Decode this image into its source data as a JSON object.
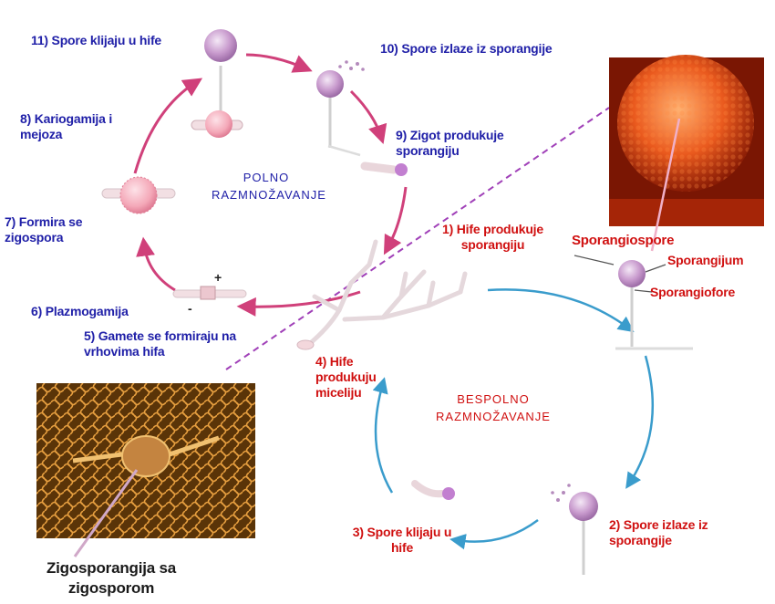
{
  "sexual_cycle": {
    "title": "POLNO RAZMNOŽAVANJE",
    "steps": [
      "5) Gamete se formiraju na vrhovima hifa",
      "6) Plazmogamija",
      "7) Formira se zigospora",
      "8) Kariogamija i mejoza",
      "9) Zigot produkuje sporangiju",
      "10) Spore izlaze iz sporangije",
      "11) Spore klijaju u hife"
    ]
  },
  "asexual_cycle": {
    "title": "BESPOLNO RAZMNOŽAVANJE",
    "steps": [
      "1) Hife produkuje sporangiju",
      "2) Spore izlaze iz sporangije",
      "3) Spore klijaju u hife",
      "4) Hife produkuju miceliju"
    ]
  },
  "structure_labels": {
    "sporangiospore": "Sporangiospore",
    "sporangium": "Sporangijum",
    "sporangiophore": "Sporangiofore"
  },
  "mating_signs": {
    "plus": "+",
    "minus": "-"
  },
  "photo_caption": "Zigosporangija sa zigosporom",
  "colors": {
    "sexual_text": "#2020a8",
    "asexual_text": "#d01010",
    "sexual_arrows": "#d0407a",
    "asexual_arrows": "#3a9ccc"
  }
}
